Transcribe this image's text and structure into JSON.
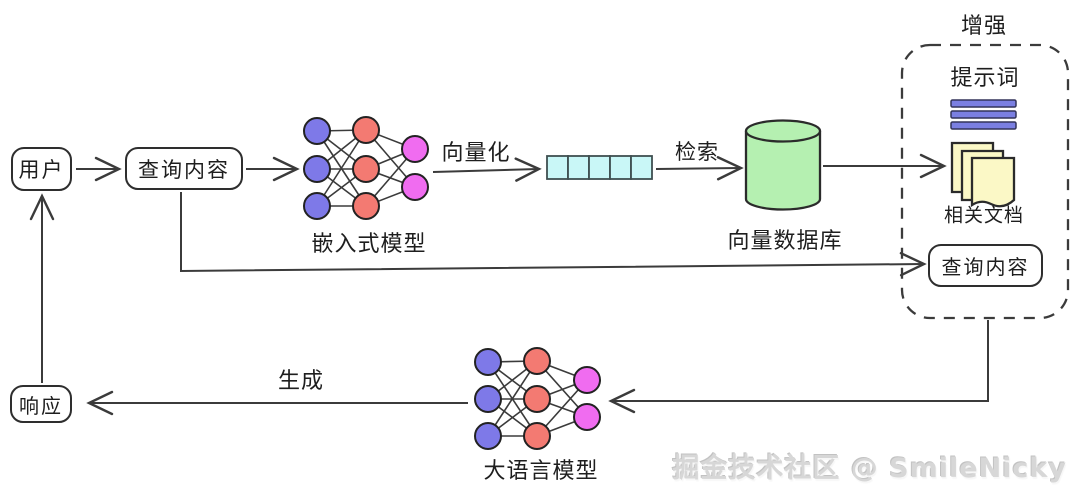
{
  "colors": {
    "stroke": "#3b3b3b",
    "node_blue": "#7e79e8",
    "node_red": "#f37a72",
    "node_magenta": "#f06cf0",
    "cylinder_green": "#b5f0b1",
    "vector_cyan": "#c9f7f7",
    "prompt_bar_blue": "#7b7fe2",
    "doc_yellow": "#fbf8c6",
    "box_bg": "#ffffff"
  },
  "nodes": {
    "user": {
      "label": "用户"
    },
    "query_content": {
      "label": "查询内容"
    },
    "embedding_model": {
      "label": "嵌入式模型"
    },
    "vector_db": {
      "label": "向量数据库"
    },
    "llm": {
      "label": "大语言模型"
    },
    "response": {
      "label": "响应"
    },
    "augment_group": {
      "label": "增强"
    },
    "prompt": {
      "label": "提示词"
    },
    "related_docs": {
      "label": "相关文档"
    },
    "query_content_2": {
      "label": "查询内容"
    }
  },
  "edges": {
    "vectorize": {
      "label": "向量化"
    },
    "retrieve": {
      "label": "检索"
    },
    "generate": {
      "label": "生成"
    }
  },
  "watermark": {
    "text": "掘金技术社区 @ SmileNicky"
  }
}
